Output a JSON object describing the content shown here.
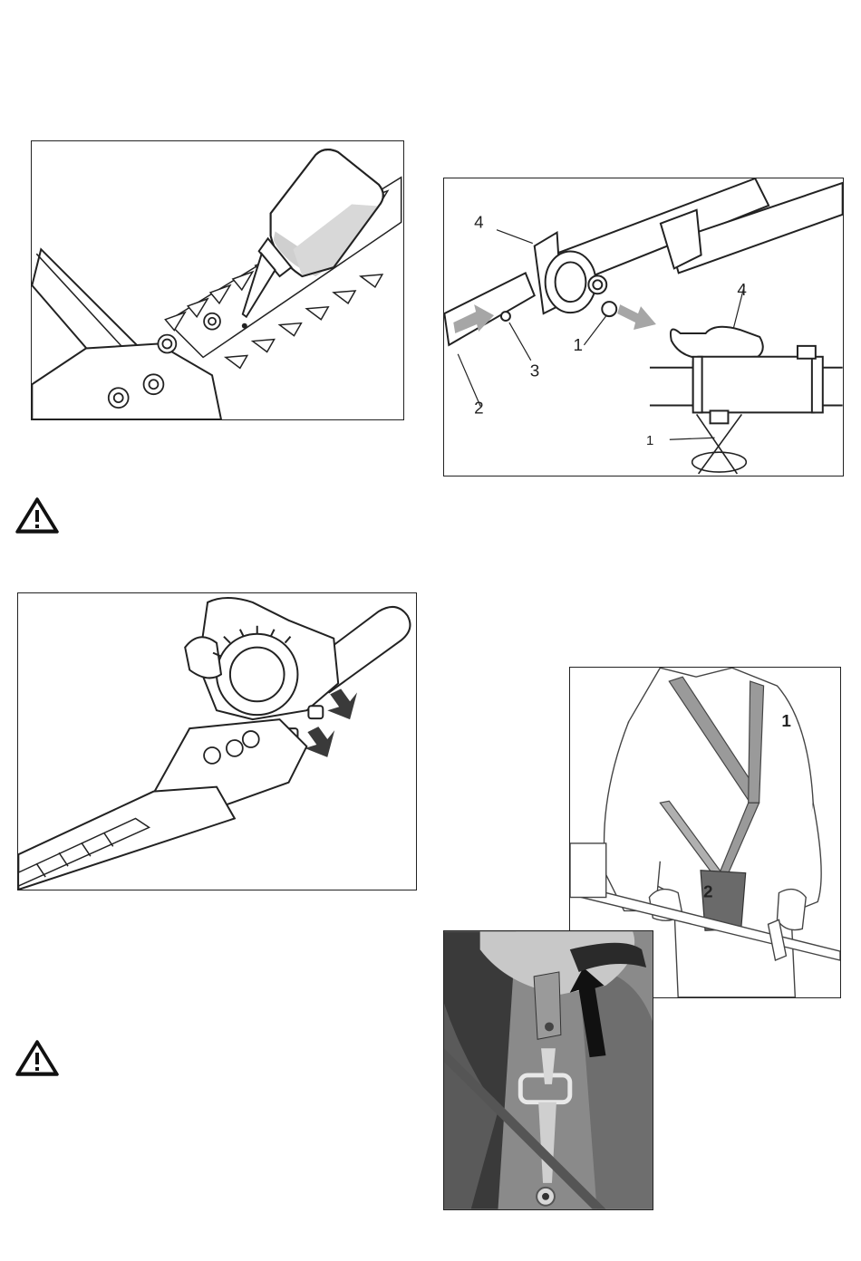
{
  "figures": {
    "oil_blade": {},
    "grease_gearbox": {},
    "shaft_coupling": {
      "callouts": {
        "c1": "1",
        "c2": "2",
        "c3": "3",
        "c4": "4",
        "c4b": "4",
        "c1b": "1"
      }
    },
    "harness_worn": {
      "callouts": {
        "c1": "1",
        "c2": "2"
      }
    },
    "harness_photo": {}
  },
  "warnings": [
    {
      "icon": "warning-triangle-icon"
    },
    {
      "icon": "warning-triangle-icon"
    }
  ],
  "colors": {
    "line": "#222222",
    "arrow_light": "#a6a6a6",
    "arrow_dark": "#3a3a3a",
    "photo_bg": "#8a8a8a"
  }
}
